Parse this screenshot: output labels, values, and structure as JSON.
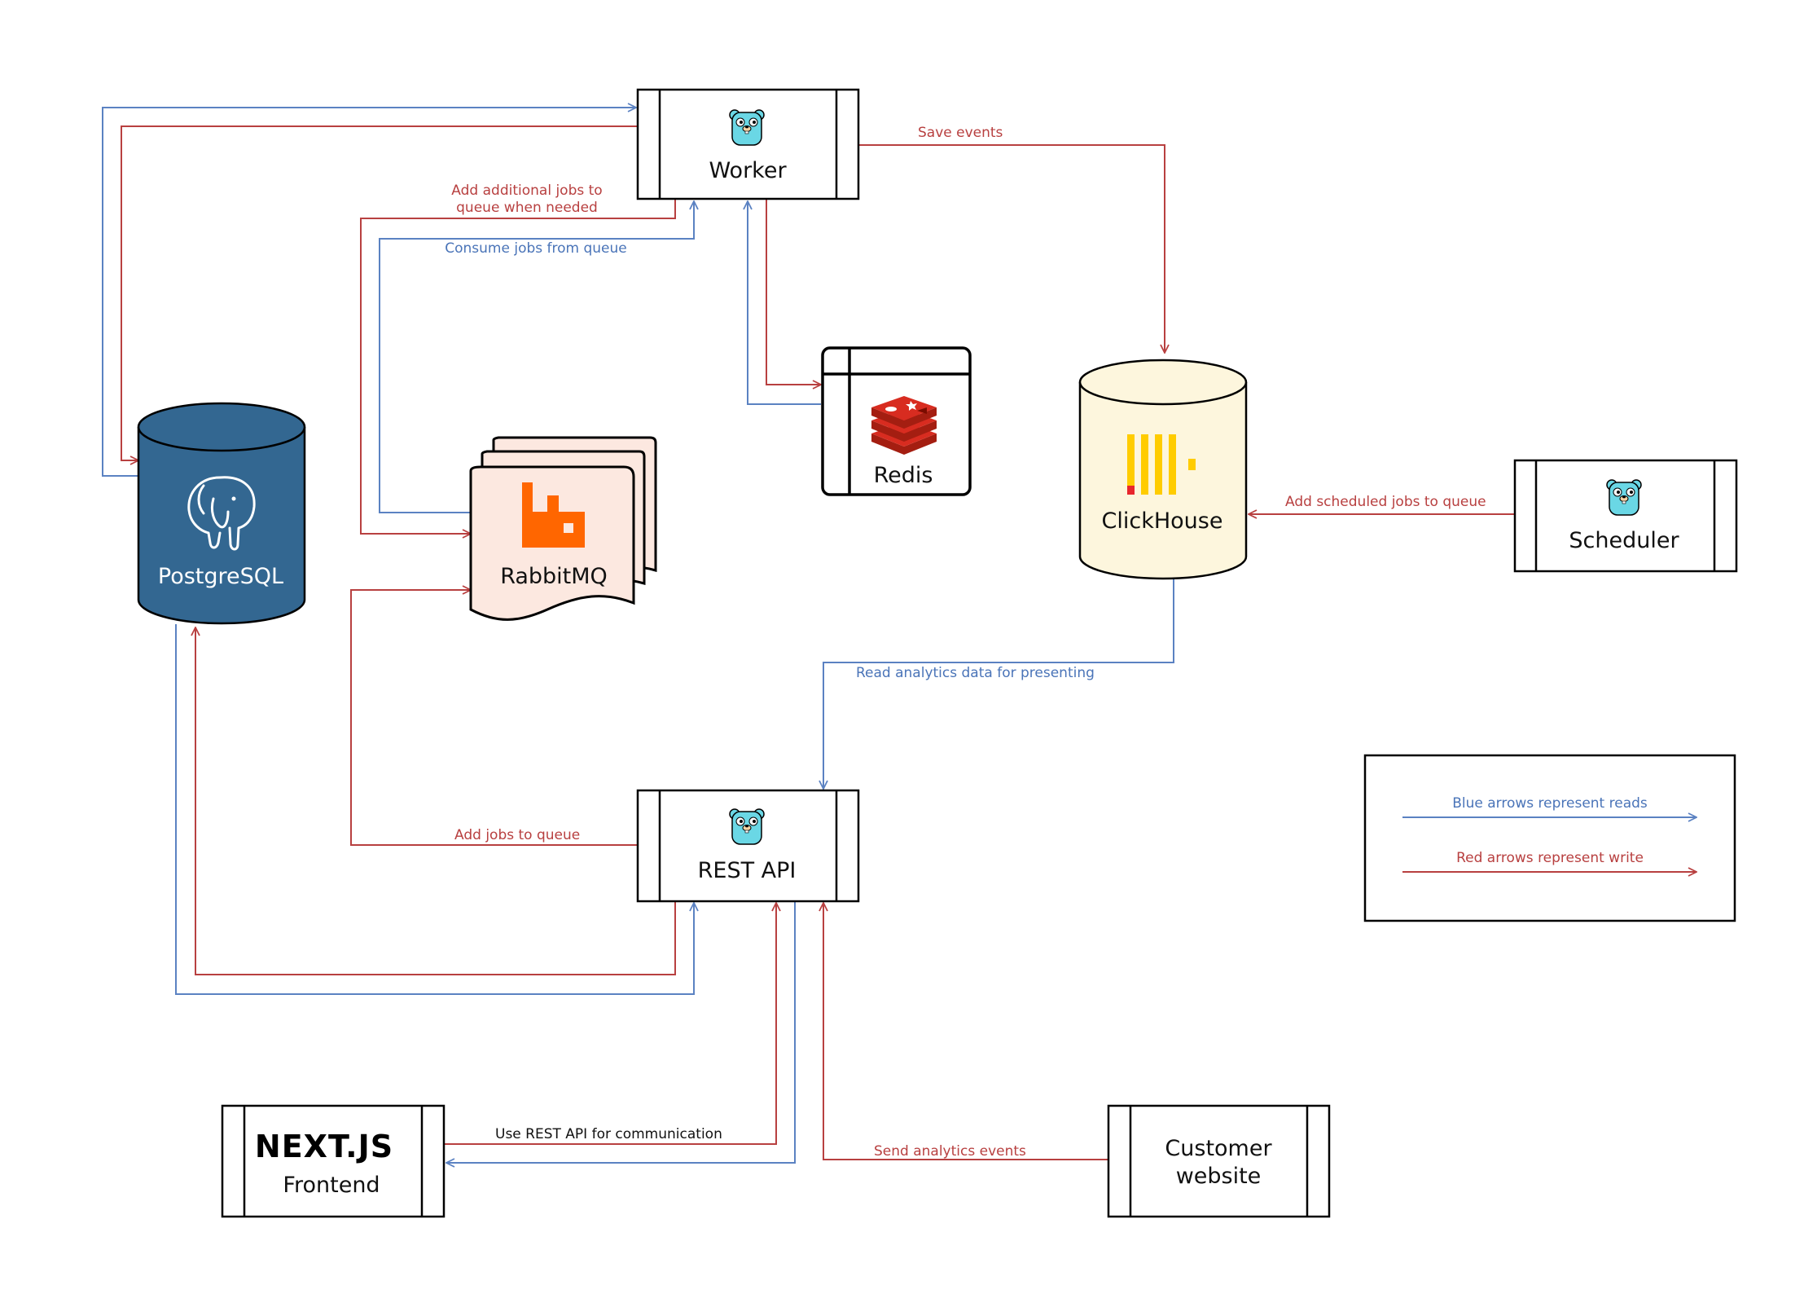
{
  "nodes": {
    "worker": "Worker",
    "redis": "Redis",
    "clickhouse": "ClickHouse",
    "scheduler": "Scheduler",
    "postgres": "PostgreSQL",
    "rabbitmq": "RabbitMQ",
    "rest_api": "REST API",
    "frontend_logo": "NEXT.JS",
    "frontend": "Frontend",
    "customer_line1": "Customer",
    "customer_line2": "website"
  },
  "edges": {
    "save_events": "Save events",
    "add_additional_1": "Add additional jobs to",
    "add_additional_2": "queue when needed",
    "consume_jobs": "Consume jobs from queue",
    "add_scheduled": "Add scheduled jobs to queue",
    "read_analytics": "Read analytics data for presenting",
    "add_jobs": "Add jobs to queue",
    "use_rest": "Use REST API for communication",
    "send_events": "Send analytics events"
  },
  "legend": {
    "blue": "Blue arrows represent reads",
    "red": "Red arrows represent write"
  },
  "colors": {
    "read": "#5b82c2",
    "write": "#b84040",
    "postgres_fill": "#336791",
    "rabbitmq_fill": "#fce8e0",
    "rabbitmq_logo": "#ff6600",
    "clickhouse_fill": "#fdf6dd",
    "clickhouse_logo": "#ffcc00",
    "redis_logo": "#d82c20",
    "gopher": "#6ad7e5"
  },
  "icons": {
    "worker": "gopher-icon",
    "rest_api": "gopher-icon",
    "scheduler": "gopher-icon",
    "postgres": "elephant-icon",
    "rabbitmq": "rabbitmq-icon",
    "redis": "redis-icon",
    "clickhouse": "clickhouse-icon"
  }
}
